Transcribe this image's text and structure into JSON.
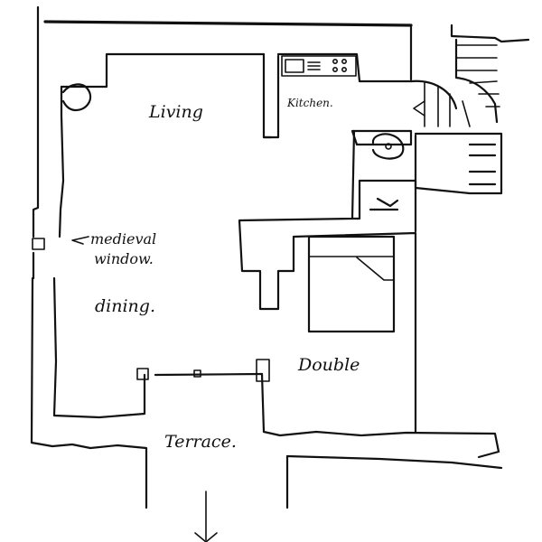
{
  "labels": {
    "living": "Living",
    "kitchen": "Kitchen.",
    "medieval_window_line1": "medieval",
    "medieval_window_line2": "window.",
    "dining": "dining.",
    "double": "Double",
    "terrace": "Terrace."
  },
  "colors": {
    "ink": "#111111",
    "paper": "#ffffff"
  }
}
